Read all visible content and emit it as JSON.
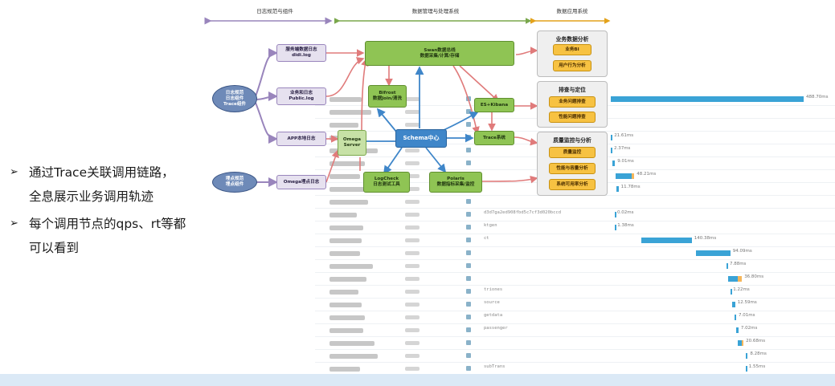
{
  "bullets": [
    "通过Trace关联调用链路，全息展示业务调用轨迹",
    "每个调用节点的qps、rt等都可以看到"
  ],
  "bullet_marker": "➢",
  "diagram": {
    "headers": {
      "left": "日志规范与组件",
      "middle": "数据管理与处理系统",
      "right": "数据应用系统"
    },
    "sources": [
      {
        "label": "日志规范\n日志组件\nTrace组件"
      },
      {
        "label": "埋点规范\n埋点组件"
      }
    ],
    "logs": [
      {
        "label": "服务端数据日志\ndidi.log"
      },
      {
        "label": "业务和日志\nPublic.log"
      },
      {
        "label": "APP本地日志"
      },
      {
        "label": "Omega埋点日志"
      }
    ],
    "omega_server": "Omega\nServer",
    "processing": {
      "stream": "Swan数据总线\n数据采集/计算/存储",
      "bifrost": "Bifrost\n数据Join/清洗",
      "es": "ES+Kibana",
      "schema": "Schema中心",
      "trace": "Trace系统",
      "logcheck": "LogCheck\n日志测试工具",
      "polaris": "Polaris\n数据指标采集/监控"
    },
    "apps": [
      {
        "title": "业务数据分析",
        "items": [
          "业务BI",
          "用户行为分析"
        ]
      },
      {
        "title": "排查与定位",
        "items": [
          "业务问题排查",
          "性能问题排查"
        ]
      },
      {
        "title": "质量监控与分析",
        "items": [
          "质量监控",
          "性能与容量分析",
          "系统可用率分析"
        ]
      }
    ]
  },
  "trace": {
    "rows": [
      {
        "op": "",
        "time": "488.70ms",
        "start": 0.0,
        "dur": 1.0,
        "overhead": 0.0
      },
      {
        "op": "",
        "time": "",
        "start": 0.0,
        "dur": 0.0,
        "overhead": 0.0
      },
      {
        "op": "",
        "time": "",
        "start": 0.0,
        "dur": 0.0,
        "overhead": 0.0
      },
      {
        "op": "",
        "time": "21.61ms",
        "start": 0.0,
        "dur": 0.005,
        "overhead": 0.0
      },
      {
        "op": "",
        "time": "2.37ms",
        "start": 0.0,
        "dur": 0.004,
        "overhead": 0.0
      },
      {
        "op": "",
        "time": "9.01ms",
        "start": 0.01,
        "dur": 0.012,
        "overhead": 0.0
      },
      {
        "op": "",
        "time": "48.21ms",
        "start": 0.025,
        "dur": 0.085,
        "overhead": 0.012
      },
      {
        "op": "",
        "time": "11.78ms",
        "start": 0.03,
        "dur": 0.01,
        "overhead": 0.0
      },
      {
        "op": "",
        "time": "",
        "start": 0.0,
        "dur": 0.0,
        "overhead": 0.0
      },
      {
        "op": "d3d7ga2ed908fbd5c7cf3d020bccd",
        "time": "0.02ms",
        "start": 0.02,
        "dur": 0.001,
        "overhead": 0.0
      },
      {
        "op": "ktgen",
        "time": "1.38ms",
        "start": 0.02,
        "dur": 0.002,
        "overhead": 0.0
      },
      {
        "op": "ct",
        "time": "140.38ms",
        "start": 0.16,
        "dur": 0.26,
        "overhead": 0.0
      },
      {
        "op": "",
        "time": "94.09ms",
        "start": 0.44,
        "dur": 0.18,
        "overhead": 0.0
      },
      {
        "op": "",
        "time": "7.88ms",
        "start": 0.6,
        "dur": 0.004,
        "overhead": 0.0
      },
      {
        "op": "",
        "time": "36.80ms",
        "start": 0.61,
        "dur": 0.05,
        "overhead": 0.02
      },
      {
        "op": "triones",
        "time": "1.22ms",
        "start": 0.62,
        "dur": 0.002,
        "overhead": 0.0
      },
      {
        "op": "source",
        "time": "12.59ms",
        "start": 0.63,
        "dur": 0.015,
        "overhead": 0.0
      },
      {
        "op": "getdata",
        "time": "7.01ms",
        "start": 0.64,
        "dur": 0.01,
        "overhead": 0.0
      },
      {
        "op": "passenger",
        "time": "7.02ms",
        "start": 0.65,
        "dur": 0.012,
        "overhead": 0.0
      },
      {
        "op": "",
        "time": "20.68ms",
        "start": 0.66,
        "dur": 0.02,
        "overhead": 0.008
      },
      {
        "op": "",
        "time": "8.28ms",
        "start": 0.7,
        "dur": 0.01,
        "overhead": 0.0
      },
      {
        "op": "subTrans",
        "time": "1.55ms",
        "start": 0.7,
        "dur": 0.003,
        "overhead": 0.0
      }
    ]
  },
  "colors": {
    "purple": "#9985bc",
    "green": "#8fc454",
    "blue": "#3f86c9",
    "orange": "#f7c242",
    "bar": "#3aa3d6",
    "bar_overhead": "#f5b65a",
    "arrow_red": "#e07b7b",
    "footer": "#dbe9f6"
  }
}
